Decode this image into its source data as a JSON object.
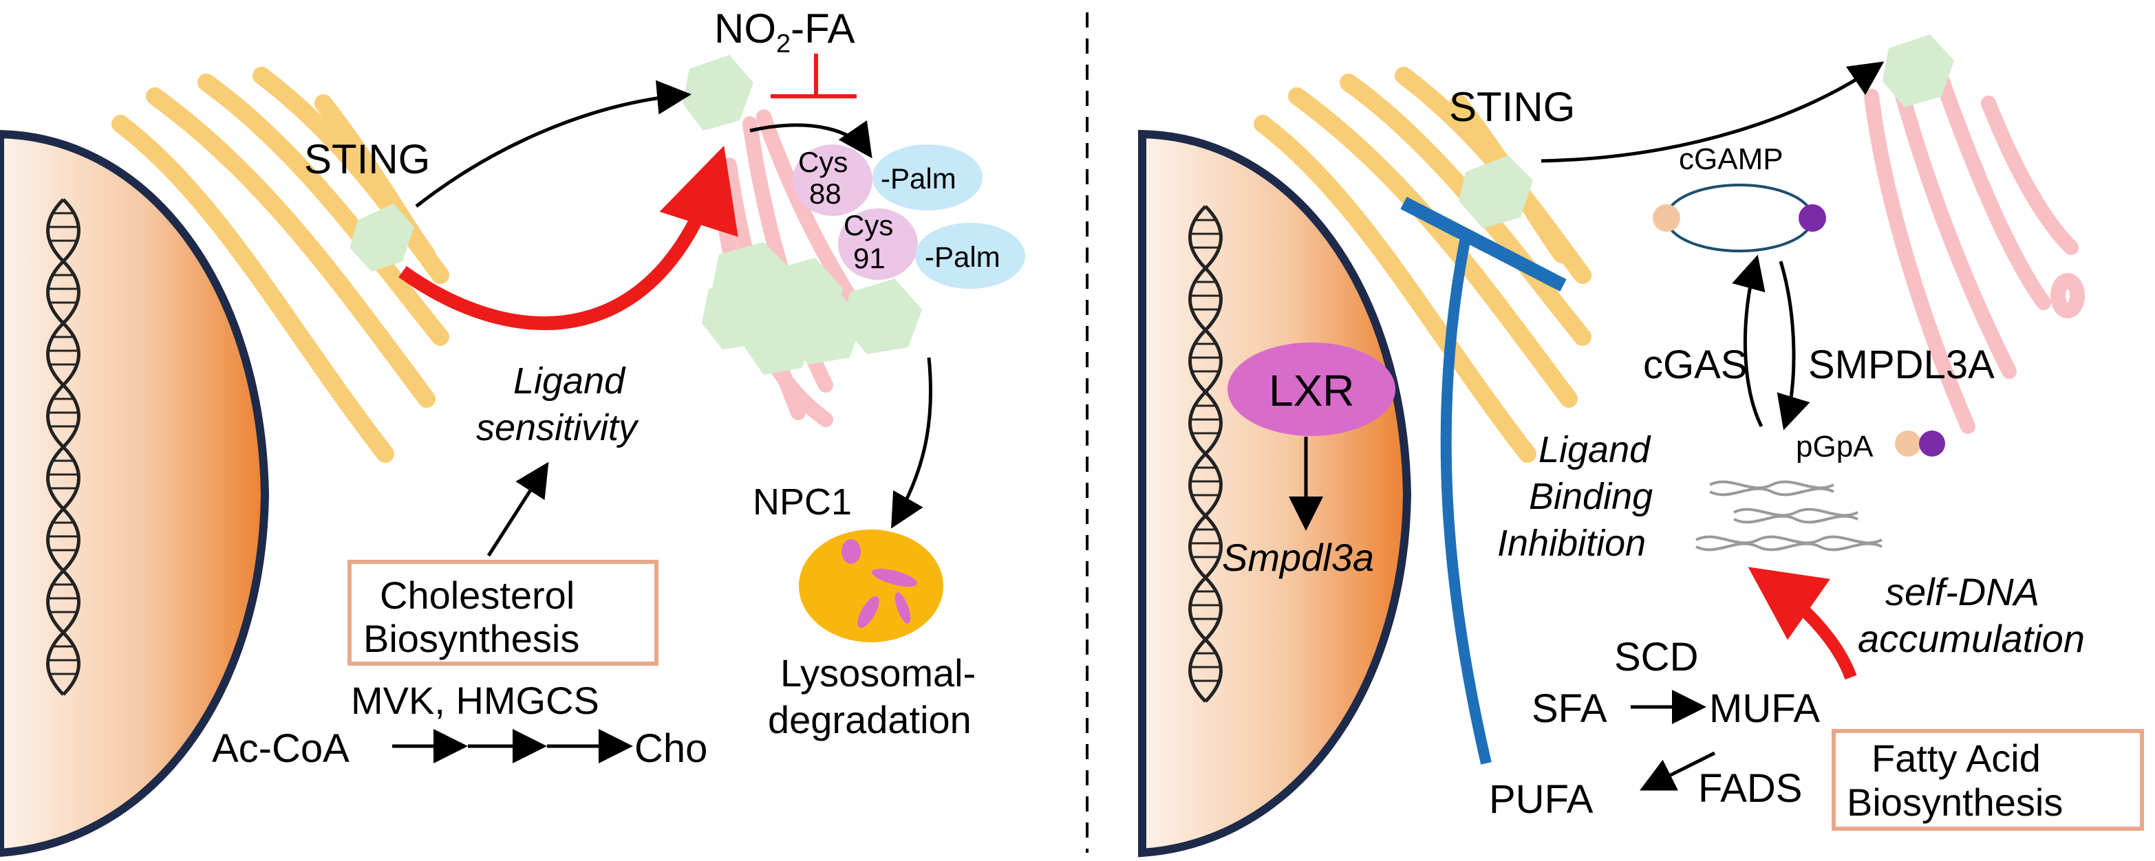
{
  "left_panel": {
    "sting_label": "STING",
    "no2fa_main": "NO",
    "no2fa_sub": "2",
    "no2fa_rest": "-FA",
    "cys88_line1": "Cys",
    "cys88_line2": "88",
    "cys91_line1": "Cys",
    "cys91_line2": "91",
    "palm_label_1": "-Palm",
    "palm_label_2": "-Palm",
    "ligand_line1": "Ligand",
    "ligand_line2": "sensitivity",
    "npc1_label": "NPC1",
    "lysosomal_line1": "Lysosomal-",
    "lysosomal_line2": "degradation",
    "cholesterol_line1": "Cholesterol",
    "cholesterol_line2": "Biosynthesis",
    "enzymes_label": "MVK, HMGCS",
    "pathway_start": "Ac-CoA",
    "pathway_end": "Cho"
  },
  "right_panel": {
    "sting_label": "STING",
    "cgamp_label": "cGAMP",
    "cgas_label": "cGAS",
    "smpdl3a_label": "SMPDL3A",
    "pgpa_label": "pGpA",
    "lxr_label": "LXR",
    "smpdl3a_gene": "Smpdl3a",
    "inhibition_line1": "Ligand",
    "inhibition_line2": "Binding",
    "inhibition_line3": "Inhibition",
    "selfdna_line1": "self-DNA",
    "selfdna_line2": "accumulation",
    "scd_label": "SCD",
    "sfa_label": "SFA",
    "mufa_label": "MUFA",
    "pufa_label": "PUFA",
    "fads_label": "FADS",
    "fatty_line1": "Fatty Acid",
    "fatty_line2": "Biosynthesis"
  },
  "colors": {
    "er_yellow": "#f9cd75",
    "sting_green": "#d3edce",
    "golgi_pink": "#f8c0c3",
    "palm_blue": "#c6e8f8",
    "cys_pink": "#ecc6e6",
    "arrow_red": "#ee1b1b",
    "inhibit_blue": "#1f6fb8",
    "lxr_magenta": "#d86ccb",
    "lysosome_yellow": "#f8b70f",
    "box_border": "#e8a88a",
    "nucleus_border": "#1e2a4a"
  }
}
